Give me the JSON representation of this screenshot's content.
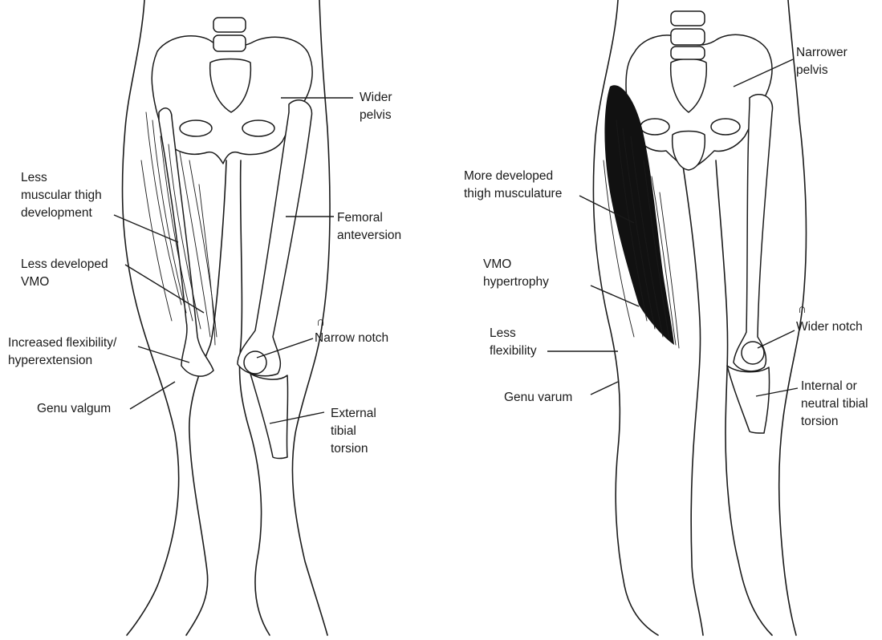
{
  "female_figure": {
    "labels": {
      "wider_pelvis": [
        "Wider",
        "pelvis"
      ],
      "thigh_development": [
        "Less",
        "muscular thigh",
        "development"
      ],
      "femoral_anteversion": [
        "Femoral",
        "anteversion"
      ],
      "vmo": [
        "Less developed",
        "VMO"
      ],
      "notch": [
        "Narrow notch"
      ],
      "flexibility": [
        "Increased flexibility/",
        "hyperextension"
      ],
      "genu": [
        "Genu valgum"
      ],
      "tibial_torsion": [
        "External",
        "tibial",
        "torsion"
      ]
    },
    "notch_symbol": "∩"
  },
  "male_figure": {
    "labels": {
      "narrower_pelvis": [
        "Narrower",
        "pelvis"
      ],
      "thigh_musculature": [
        "More developed",
        "thigh musculature"
      ],
      "vmo": [
        "VMO",
        "hypertrophy"
      ],
      "notch": [
        "Wider notch"
      ],
      "flexibility": [
        "Less",
        "flexibility"
      ],
      "genu": [
        "Genu varum"
      ],
      "tibial_torsion": [
        "Internal or",
        "neutral tibial",
        "torsion"
      ]
    },
    "notch_symbol": "∩"
  }
}
